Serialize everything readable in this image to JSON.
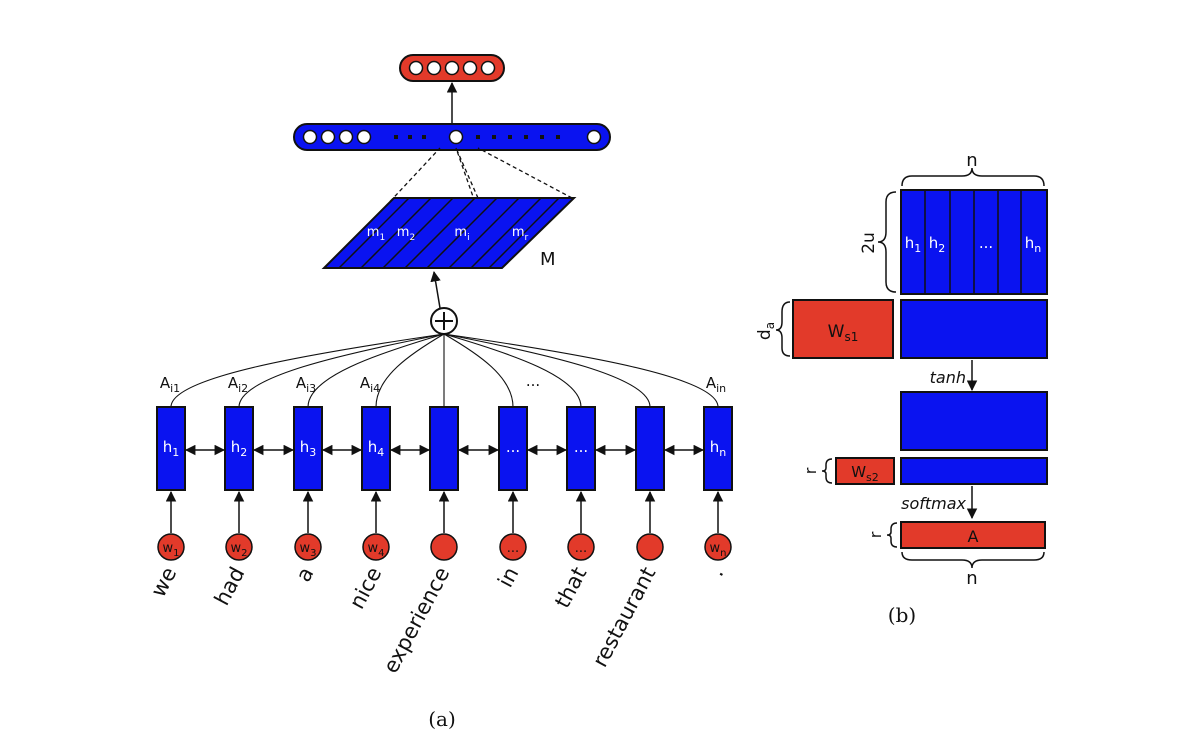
{
  "panel_a": {
    "caption": "(a)",
    "words": [
      "we",
      "had",
      "a",
      "nice",
      "experience",
      "in",
      "that",
      "restaurant",
      "."
    ],
    "word_nodes": [
      {
        "base": "w",
        "sub": "1"
      },
      {
        "base": "w",
        "sub": "2"
      },
      {
        "base": "w",
        "sub": "3"
      },
      {
        "base": "w",
        "sub": "4"
      },
      {
        "base": "",
        "sub": ""
      },
      {
        "base": "...",
        "sub": ""
      },
      {
        "base": "...",
        "sub": ""
      },
      {
        "base": "",
        "sub": ""
      },
      {
        "base": "w",
        "sub": "n"
      }
    ],
    "hidden_states": [
      {
        "base": "h",
        "sub": "1"
      },
      {
        "base": "h",
        "sub": "2"
      },
      {
        "base": "h",
        "sub": "3"
      },
      {
        "base": "h",
        "sub": "4"
      },
      {
        "base": "",
        "sub": ""
      },
      {
        "base": "...",
        "sub": ""
      },
      {
        "base": "...",
        "sub": ""
      },
      {
        "base": "",
        "sub": ""
      },
      {
        "base": "h",
        "sub": "n"
      }
    ],
    "attention_labels": [
      {
        "base": "A",
        "sub": "i1"
      },
      {
        "base": "A",
        "sub": "i2"
      },
      {
        "base": "A",
        "sub": "i3"
      },
      {
        "base": "A",
        "sub": "i4"
      },
      {
        "base": "...",
        "sub": ""
      },
      {
        "base": "A",
        "sub": "in"
      }
    ],
    "sum_symbol": "+",
    "matrix_label": "M",
    "matrix_rows": [
      {
        "base": "m",
        "sub": "1"
      },
      {
        "base": "m",
        "sub": "2"
      },
      {
        "base": "m",
        "sub": "i"
      },
      {
        "base": "m",
        "sub": "r"
      }
    ],
    "dots": "•"
  },
  "panel_b": {
    "caption": "(b)",
    "top_n": "n",
    "bottom_n": "n",
    "dim_2u": "2u",
    "dim_da": {
      "base": "d",
      "sub": "a"
    },
    "dim_r1": "r",
    "dim_r2": "r",
    "H_cols": [
      {
        "base": "h",
        "sub": "1"
      },
      {
        "base": "h",
        "sub": "2"
      },
      {
        "base": "...",
        "sub": ""
      },
      {
        "base": "h",
        "sub": "n"
      }
    ],
    "ws1": {
      "base": "W",
      "sub": "s1"
    },
    "ws2": {
      "base": "W",
      "sub": "s2"
    },
    "tanh": "tanh",
    "softmax": "softmax",
    "A": "A"
  },
  "colors": {
    "blue": "#0a13f0",
    "red": "#e23a2a",
    "outline": "#111111"
  }
}
